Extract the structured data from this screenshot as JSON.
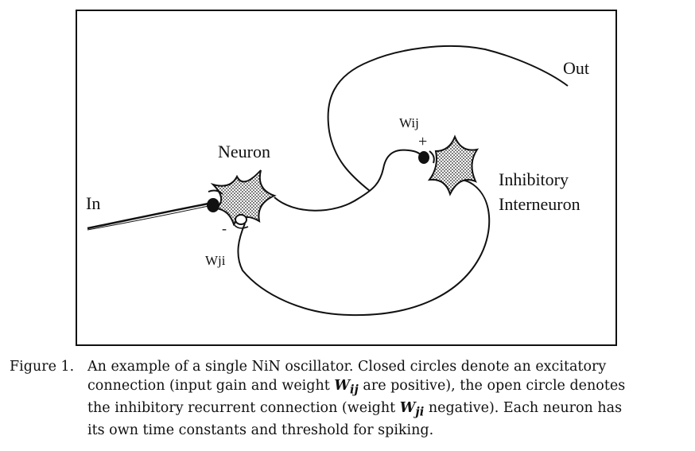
{
  "diagram": {
    "labels": {
      "in": "In",
      "out": "Out",
      "neuron": "Neuron",
      "inhibitory_line1": "Inhibitory",
      "inhibitory_line2": "Interneuron",
      "wij": "Wij",
      "wji": "Wji",
      "plus": "+",
      "minus": "-"
    }
  },
  "caption": {
    "figure_number": "Figure 1.",
    "line1": "An example of a single NiN oscillator. Closed circles denote an excitatory",
    "line2_pre": "connection (input gain and weight ",
    "line2_w": "W",
    "line2_sub": "ij",
    "line2_post": " are positive), the open circle denotes",
    "line3_pre": "the inhibitory recurrent connection (weight ",
    "line3_w": "W",
    "line3_sub": "ji",
    "line3_post": " negative). Each neuron has",
    "line4": "its own time constants and threshold for spiking."
  }
}
